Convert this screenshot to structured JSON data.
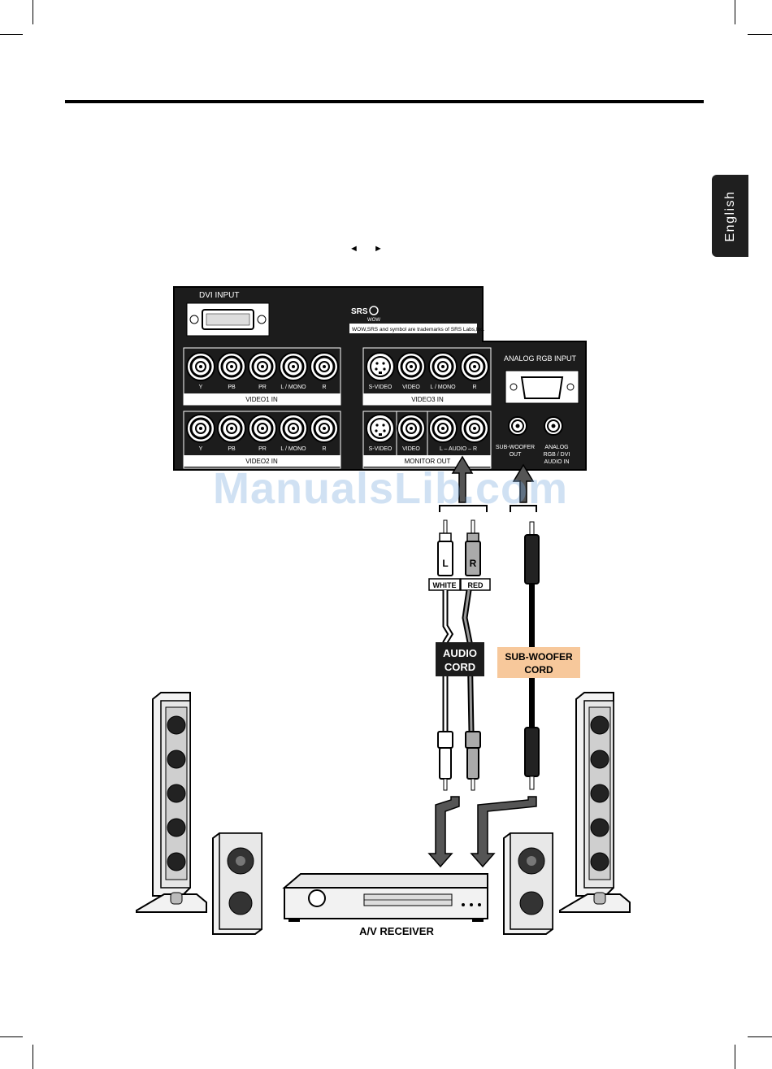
{
  "page": {
    "language_tab": "English",
    "nav_arrows": "◄ ►",
    "watermark": "ManualsLib.com"
  },
  "panel": {
    "dvi_input": "DVI  INPUT",
    "srs_logo": "SRS",
    "srs_wow": "WOW",
    "trademark": "WOW,SRS and  symbol are trademarks of SRS Labs,Inc.",
    "analog_rgb_input": "ANALOG  RGB  INPUT",
    "video1": {
      "title": "VIDEO1 IN",
      "jacks": [
        "Y",
        "PB",
        "PR",
        "L / MONO",
        "R"
      ]
    },
    "video2": {
      "title": "VIDEO2 IN",
      "jacks": [
        "Y",
        "PB",
        "PR",
        "L / MONO",
        "R"
      ]
    },
    "video3": {
      "title": "VIDEO3 IN",
      "jacks": [
        "S-VIDEO",
        "VIDEO",
        "L / MONO",
        "R"
      ]
    },
    "monitor_out": {
      "title": "MONITOR  OUT",
      "jacks": [
        "S-VIDEO",
        "VIDEO",
        "L – AUDIO – R"
      ]
    },
    "subwoofer_out": [
      "SUB-WOOFER",
      "OUT"
    ],
    "analog_audio_in": [
      "ANALOG",
      "RGB / DVI",
      "AUDIO  IN"
    ]
  },
  "cables": {
    "plug_l": "L",
    "plug_r": "R",
    "white_tag": "WHITE",
    "red_tag": "RED",
    "audio_cord": [
      "AUDIO",
      "CORD"
    ],
    "subwoofer_cord": [
      "SUB-WOOFER",
      "CORD"
    ]
  },
  "receiver_label": "A/V RECEIVER",
  "colors": {
    "panel": "#1c1c1c",
    "subwoofer_tag": "#f7c89b",
    "audio_tag": "#1c1c1c",
    "watermark": "#78aadc"
  }
}
